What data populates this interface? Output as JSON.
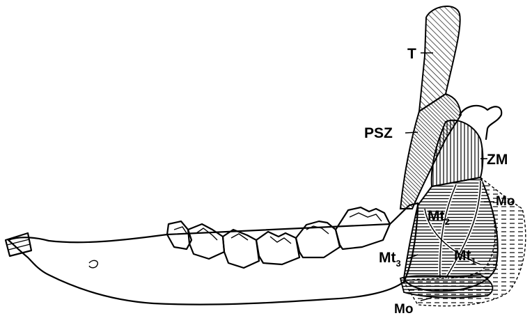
{
  "labels": {
    "T": "T",
    "PSZ": "PSZ",
    "ZM": "ZM",
    "Mo_upper": "Mo",
    "Mt2_base": "Mt",
    "Mt2_sub": "2",
    "Mt1_base": "Mt",
    "Mt1_sub": "1",
    "Mt3_base": "Mt",
    "Mt3_sub": "3",
    "Mo_lower": "Mo"
  }
}
